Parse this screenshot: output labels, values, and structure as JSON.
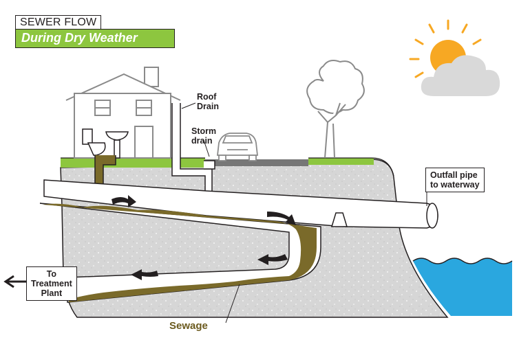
{
  "title": {
    "line1": "SEWER FLOW",
    "line2": "During Dry Weather"
  },
  "labels": {
    "roof_drain_1": "Roof",
    "roof_drain_2": "Drain",
    "storm_drain_1": "Storm",
    "storm_drain_2": "drain",
    "outfall_1": "Outfall pipe",
    "outfall_2": "to waterway",
    "treatment_1": "To",
    "treatment_2": "Treatment",
    "treatment_3": "Plant",
    "sewage": "Sewage"
  },
  "colors": {
    "ground": "#d6d6d6",
    "grass": "#8dc63f",
    "sewage": "#7a6a2a",
    "water": "#2aa7df",
    "sun": "#f7a823",
    "cloud": "#d9d9d9",
    "outline": "#231f20"
  },
  "icons": [
    "sun-icon",
    "cloud-icon",
    "house-icon",
    "car-icon",
    "tree-icon",
    "toilet-icon",
    "sink-icon",
    "flow-arrow-icon"
  ]
}
